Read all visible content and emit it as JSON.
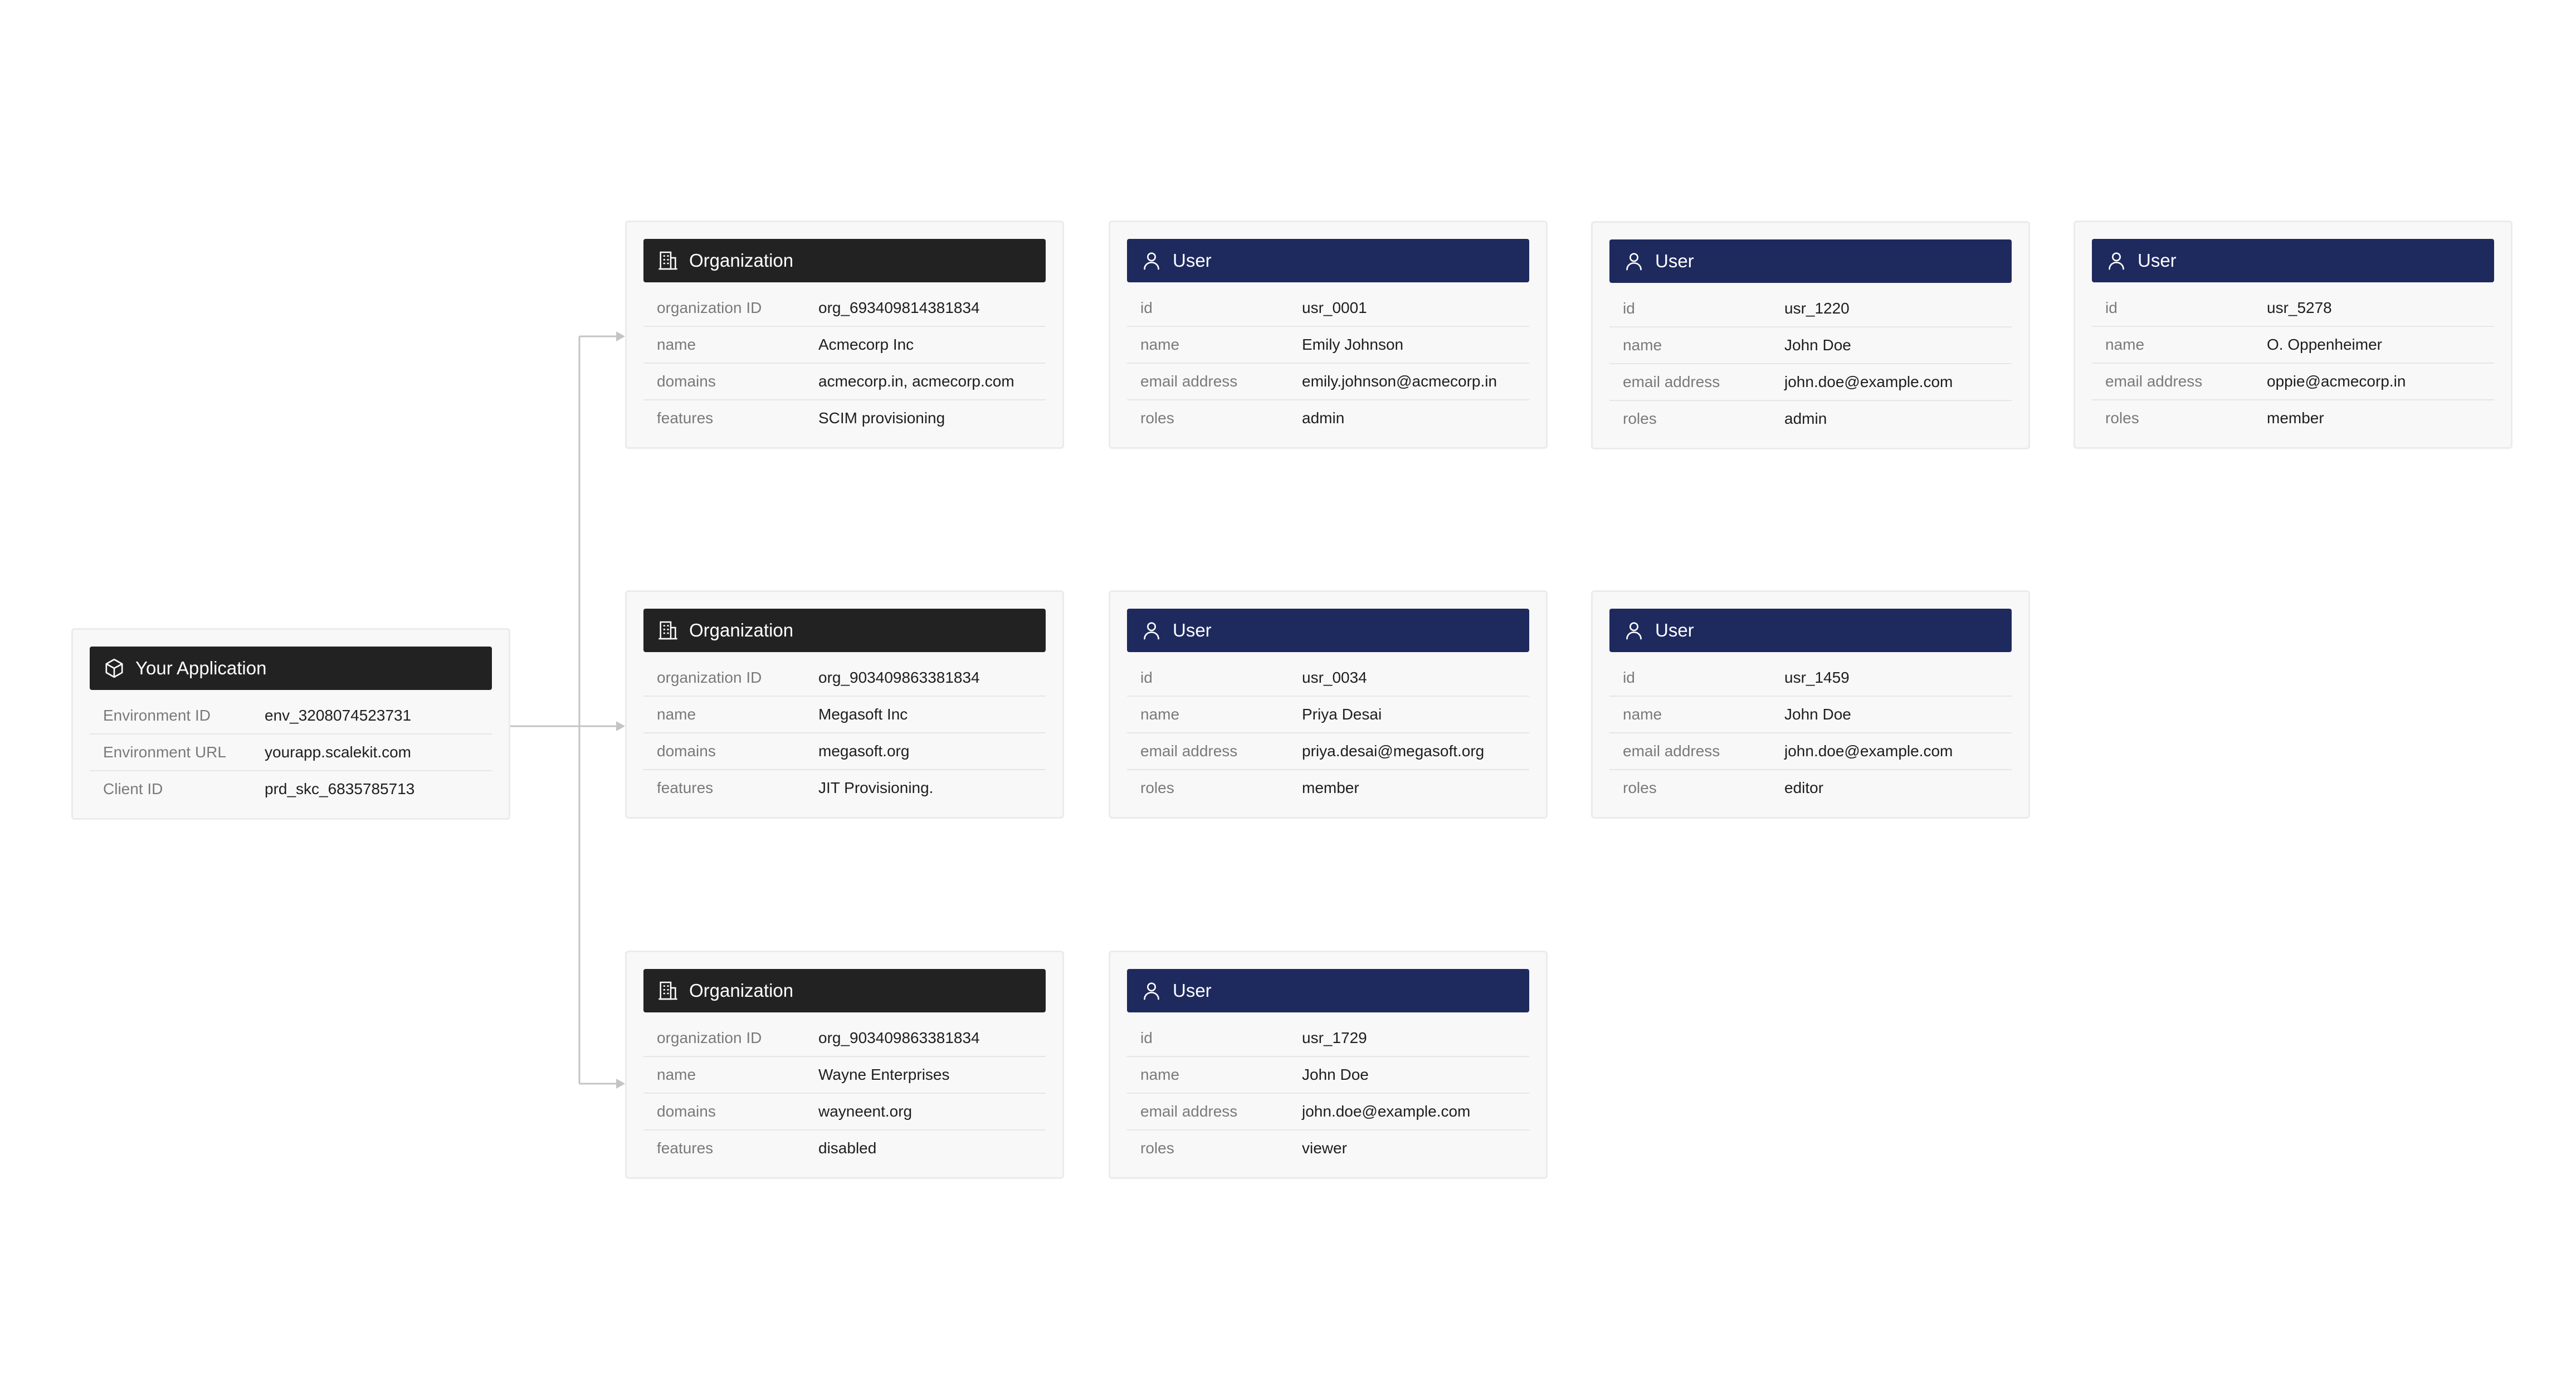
{
  "application": {
    "title": "Your Application",
    "icon": "cube-icon",
    "fields": [
      {
        "key": "Environment ID",
        "value": "env_3208074523731"
      },
      {
        "key": "Environment URL",
        "value": "yourapp.scalekit.com"
      },
      {
        "key": "Client ID",
        "value": "prd_skc_6835785713"
      }
    ]
  },
  "organizations": [
    {
      "title": "Organization",
      "icon": "building-icon",
      "fields": [
        {
          "key": "organization ID",
          "value": "org_693409814381834"
        },
        {
          "key": "name",
          "value": "Acmecorp Inc"
        },
        {
          "key": "domains",
          "value": "acmecorp.in, acmecorp.com"
        },
        {
          "key": "features",
          "value": "SCIM provisioning"
        }
      ],
      "users": [
        {
          "title": "User",
          "fields": [
            {
              "key": "id",
              "value": "usr_0001"
            },
            {
              "key": "name",
              "value": "Emily Johnson"
            },
            {
              "key": "email address",
              "value": "emily.johnson@acmecorp.in"
            },
            {
              "key": "roles",
              "value": "admin"
            }
          ]
        },
        {
          "title": "User",
          "fields": [
            {
              "key": "id",
              "value": "usr_1220"
            },
            {
              "key": "name",
              "value": "John Doe"
            },
            {
              "key": "email address",
              "value": "john.doe@example.com"
            },
            {
              "key": "roles",
              "value": "admin"
            }
          ]
        },
        {
          "title": "User",
          "fields": [
            {
              "key": "id",
              "value": "usr_5278"
            },
            {
              "key": "name",
              "value": "O. Oppenheimer"
            },
            {
              "key": "email address",
              "value": "oppie@acmecorp.in"
            },
            {
              "key": "roles",
              "value": "member"
            }
          ]
        }
      ]
    },
    {
      "title": "Organization",
      "icon": "building-icon",
      "fields": [
        {
          "key": "organization ID",
          "value": "org_903409863381834"
        },
        {
          "key": "name",
          "value": "Megasoft Inc"
        },
        {
          "key": "domains",
          "value": "megasoft.org"
        },
        {
          "key": "features",
          "value": "JIT Provisioning."
        }
      ],
      "users": [
        {
          "title": "User",
          "fields": [
            {
              "key": "id",
              "value": "usr_0034"
            },
            {
              "key": "name",
              "value": "Priya Desai"
            },
            {
              "key": "email address",
              "value": "priya.desai@megasoft.org"
            },
            {
              "key": "roles",
              "value": "member"
            }
          ]
        },
        {
          "title": "User",
          "fields": [
            {
              "key": "id",
              "value": "usr_1459"
            },
            {
              "key": "name",
              "value": "John Doe"
            },
            {
              "key": "email address",
              "value": "john.doe@example.com"
            },
            {
              "key": "roles",
              "value": "editor"
            }
          ]
        }
      ]
    },
    {
      "title": "Organization",
      "icon": "building-icon",
      "fields": [
        {
          "key": "organization ID",
          "value": "org_903409863381834"
        },
        {
          "key": "name",
          "value": "Wayne Enterprises"
        },
        {
          "key": "domains",
          "value": "wayneent.org"
        },
        {
          "key": "features",
          "value": "disabled"
        }
      ],
      "users": [
        {
          "title": "User",
          "fields": [
            {
              "key": "id",
              "value": "usr_1729"
            },
            {
              "key": "name",
              "value": "John Doe"
            },
            {
              "key": "email address",
              "value": "john.doe@example.com"
            },
            {
              "key": "roles",
              "value": "viewer"
            }
          ]
        }
      ]
    }
  ],
  "user_icon": "user-icon",
  "colors": {
    "dark_header": "#222222",
    "navy_header": "#1e2a5e",
    "card_background": "#f8f8f8",
    "connector": "#c4c4c4"
  }
}
